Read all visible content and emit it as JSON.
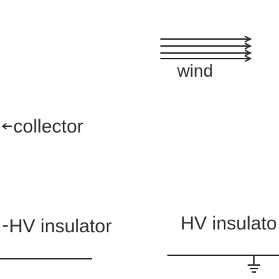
{
  "labels": {
    "wind": "wind",
    "collector": "collector",
    "hv_insulator_left": "HV insulator",
    "hv_insulator_right": "HV insulato"
  },
  "colors": {
    "background": "#ffffff",
    "line": "#333333",
    "text": "#333333"
  },
  "icons": {
    "wind_arrows": "triple-right-arrow-icon",
    "collector_pointer": "left-arrow-icon",
    "ground_symbol": "ground-icon"
  }
}
